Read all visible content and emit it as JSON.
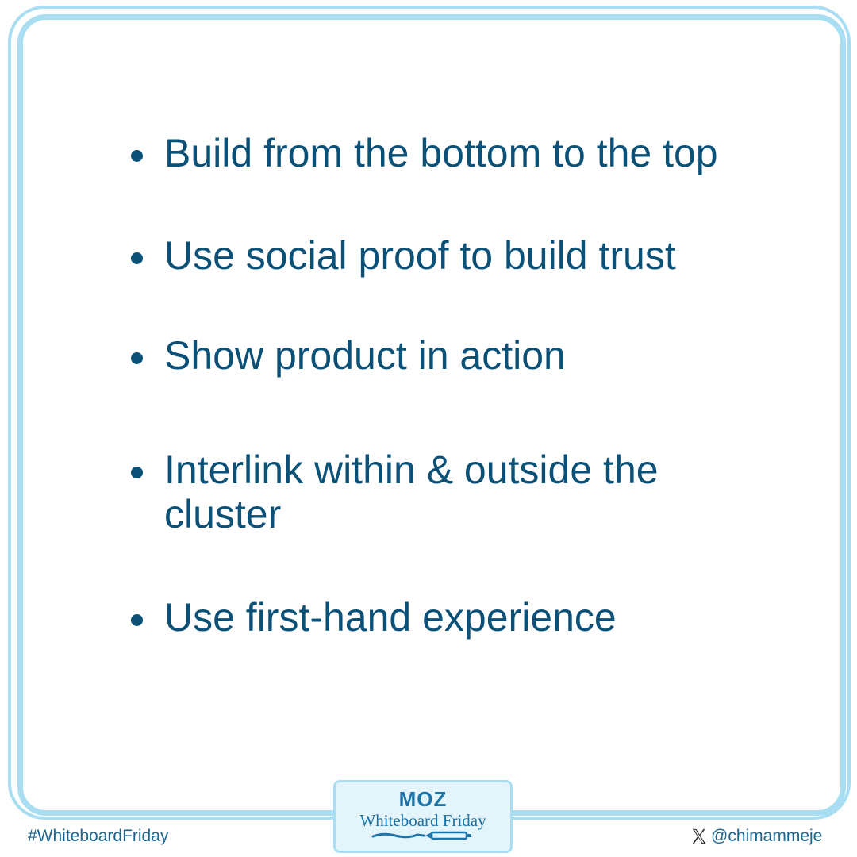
{
  "bullets": [
    "Build from the bottom to the top",
    "Use social proof to build trust",
    "Show product in action",
    "Interlink within & outside the cluster",
    "Use first-hand experience"
  ],
  "footer": {
    "hashtag": "#WhiteboardFriday",
    "handle": "@chimammeje",
    "social_icon": "x-logo-icon"
  },
  "logo": {
    "brand": "MOZ",
    "title": "Whiteboard Friday"
  },
  "colors": {
    "text": "#0b5177",
    "border": "#a9def2",
    "logo_bg": "#e4f4fb"
  }
}
